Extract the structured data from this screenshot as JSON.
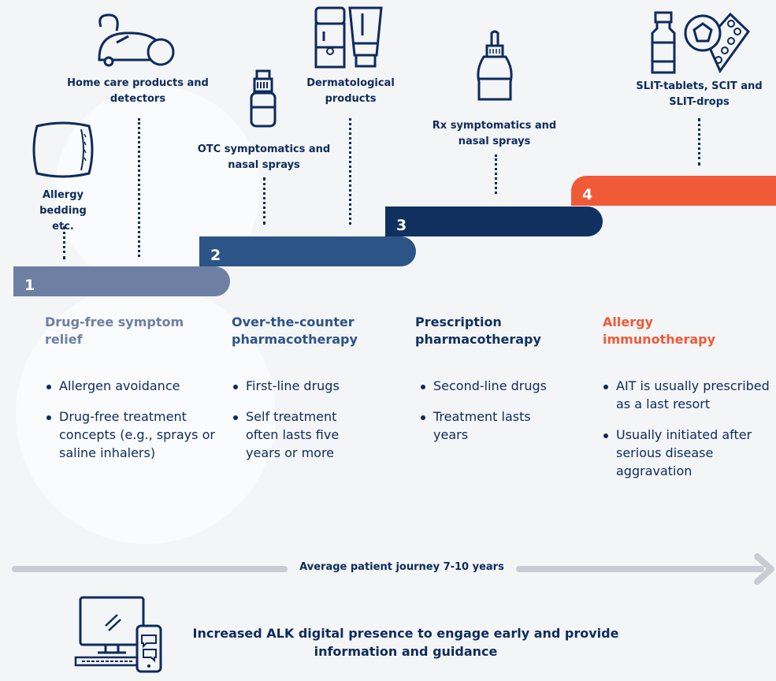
{
  "products": {
    "bedding": "Allergy bedding etc.",
    "home_care": "Home care products and detectors",
    "otc": "OTC symptomatics and nasal sprays",
    "derm": "Dermatological products",
    "rx": "Rx symptomatics and nasal sprays",
    "slit": "SLIT-tablets, SCIT and SLIT-drops"
  },
  "steps": [
    {
      "number": "1",
      "color": "#6d7fa3",
      "title": "Drug-free symptom relief",
      "bullets": [
        "Allergen avoidance",
        "Drug-free treatment concepts (e.g., sprays or saline inhalers)"
      ]
    },
    {
      "number": "2",
      "color": "#2d5486",
      "title": "Over-the-counter pharmacotherapy",
      "bullets": [
        "First-line drugs",
        "Self treatment often lasts five years or more"
      ]
    },
    {
      "number": "3",
      "color": "#10305f",
      "title": "Prescription pharmacotherapy",
      "bullets": [
        "Second-line drugs",
        "Treatment lasts years"
      ]
    },
    {
      "number": "4",
      "color": "#f15a37",
      "title": "Allergy immunotherapy",
      "bullets": [
        "AIT is usually prescribed as a last resort",
        "Usually initiated after serious disease aggravation"
      ]
    }
  ],
  "journey": {
    "label": "Average patient journey 7-10 years"
  },
  "digital": {
    "text": "Increased ALK digital presence to engage early and provide information and guidance"
  },
  "icons": [
    "pillow-icon",
    "vacuum-cleaner-icon",
    "nasal-spray-bottle-icon",
    "cream-bottles-icon",
    "dropper-bottle-icon",
    "vial-icon",
    "tablet-blister-icon",
    "computer-phone-icon",
    "arrow-right-icon"
  ]
}
